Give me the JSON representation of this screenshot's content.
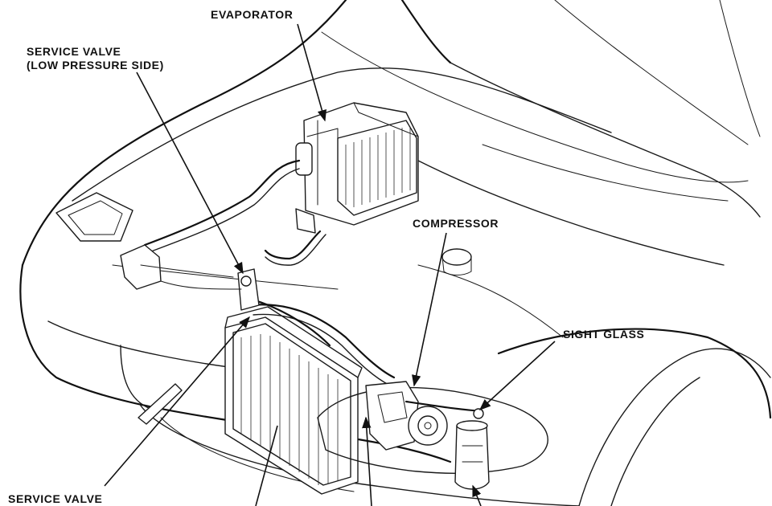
{
  "labels": {
    "evaporator": "EVAPORATOR",
    "service_valve_low_line1": "SERVICE VALVE",
    "service_valve_low_line2": "(LOW PRESSURE SIDE)",
    "compressor": "COMPRESSOR",
    "sight_glass": "SIGHT GLASS",
    "service_valve_bottom": "SERVICE VALVE"
  }
}
